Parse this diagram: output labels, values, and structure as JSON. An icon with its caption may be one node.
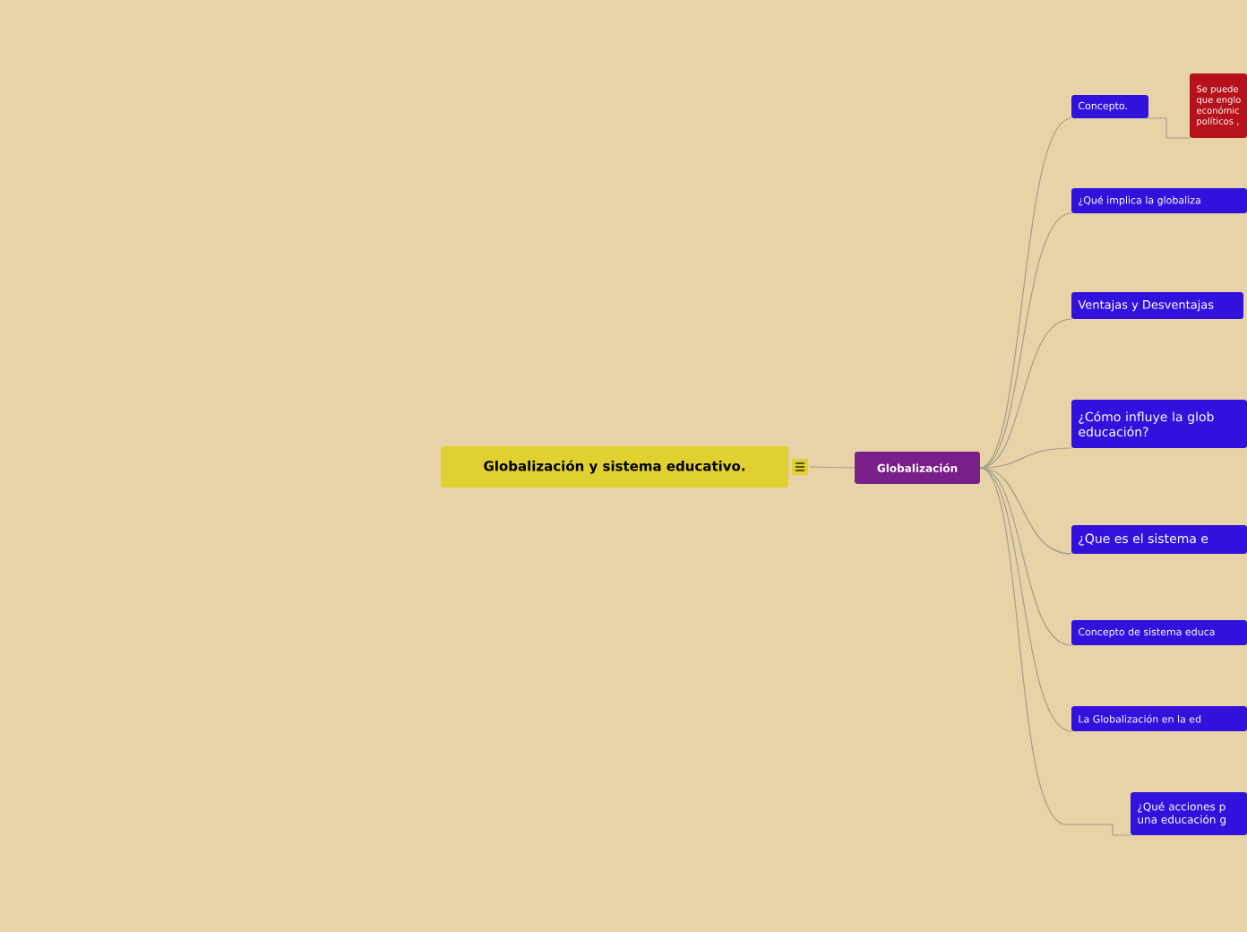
{
  "diagram": {
    "nodes": [
      {
        "text": [
          "Globalización y sistema educativo."
        ]
      },
      {
        "text": [
          "Globalización"
        ]
      },
      {
        "text": [
          "Concepto."
        ]
      },
      {
        "text": [
          "Se puede que englo económic políticos ,"
        ]
      },
      {
        "text": [
          "¿Qué implica la globaliza"
        ]
      },
      {
        "text": [
          "Ventajas y Desventajas"
        ]
      },
      {
        "text": [
          "¿Cómo influye la glob educación?"
        ]
      },
      {
        "text": [
          "¿Que es el sistema e"
        ]
      },
      {
        "text": [
          "Concepto de sistema educa"
        ]
      },
      {
        "text": [
          "La Globalización en la ed"
        ]
      },
      {
        "text": [
          "¿Qué acciones p una educación g"
        ]
      }
    ],
    "edges": [
      {
        "from": 0,
        "to": 1,
        "arrow": "none"
      },
      {
        "from": 1,
        "to": 2,
        "arrow": "none"
      },
      {
        "from": 2,
        "to": 3,
        "arrow": "none"
      },
      {
        "from": 1,
        "to": 4,
        "arrow": "none"
      },
      {
        "from": 1,
        "to": 5,
        "arrow": "none"
      },
      {
        "from": 1,
        "to": 6,
        "arrow": "none"
      },
      {
        "from": 1,
        "to": 7,
        "arrow": "none"
      },
      {
        "from": 1,
        "to": 8,
        "arrow": "none"
      },
      {
        "from": 1,
        "to": 9,
        "arrow": "none"
      },
      {
        "from": 1,
        "to": 10,
        "arrow": "none"
      }
    ]
  }
}
